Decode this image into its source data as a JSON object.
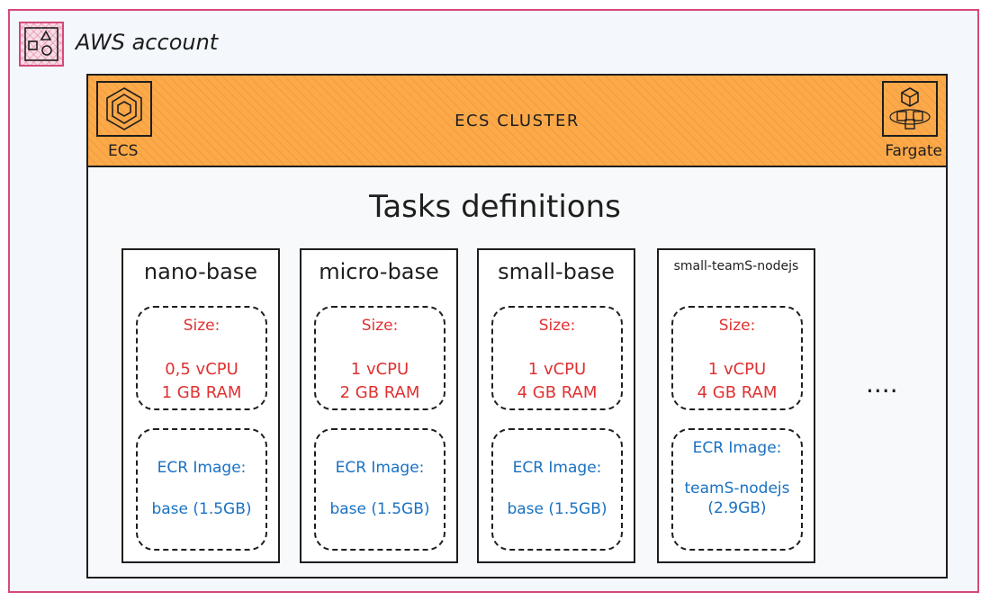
{
  "account": {
    "label": "AWS account",
    "icon": "aws-account-icon"
  },
  "cluster": {
    "title": "ECS CLUSTER",
    "left_service": {
      "label": "ECS",
      "icon": "ecs-icon"
    },
    "right_service": {
      "label": "Fargate",
      "icon": "fargate-icon"
    }
  },
  "tasks_title": "Tasks definitions",
  "tasks": [
    {
      "name": "nano-base",
      "size_label": "Size:",
      "cpu": "0,5 vCPU",
      "ram": "1 GB RAM",
      "image_label": "ECR Image:",
      "image": "base (1.5GB)"
    },
    {
      "name": "micro-base",
      "size_label": "Size:",
      "cpu": "1 vCPU",
      "ram": "2 GB RAM",
      "image_label": "ECR Image:",
      "image": "base (1.5GB)"
    },
    {
      "name": "small-base",
      "size_label": "Size:",
      "cpu": "1 vCPU",
      "ram": "4 GB RAM",
      "image_label": "ECR Image:",
      "image": "base (1.5GB)"
    },
    {
      "name": "small-teamS-nodejs",
      "size_label": "Size:",
      "cpu": "1 vCPU",
      "ram": "4 GB RAM",
      "image_label": "ECR Image:",
      "image": "teamS-nodejs",
      "image_size": "(2.9GB)"
    }
  ],
  "more_indicator": "....",
  "colors": {
    "account_border": "#d6497a",
    "cluster_header": "#fca94a",
    "size_text": "#e03131",
    "image_text": "#1971c2"
  }
}
